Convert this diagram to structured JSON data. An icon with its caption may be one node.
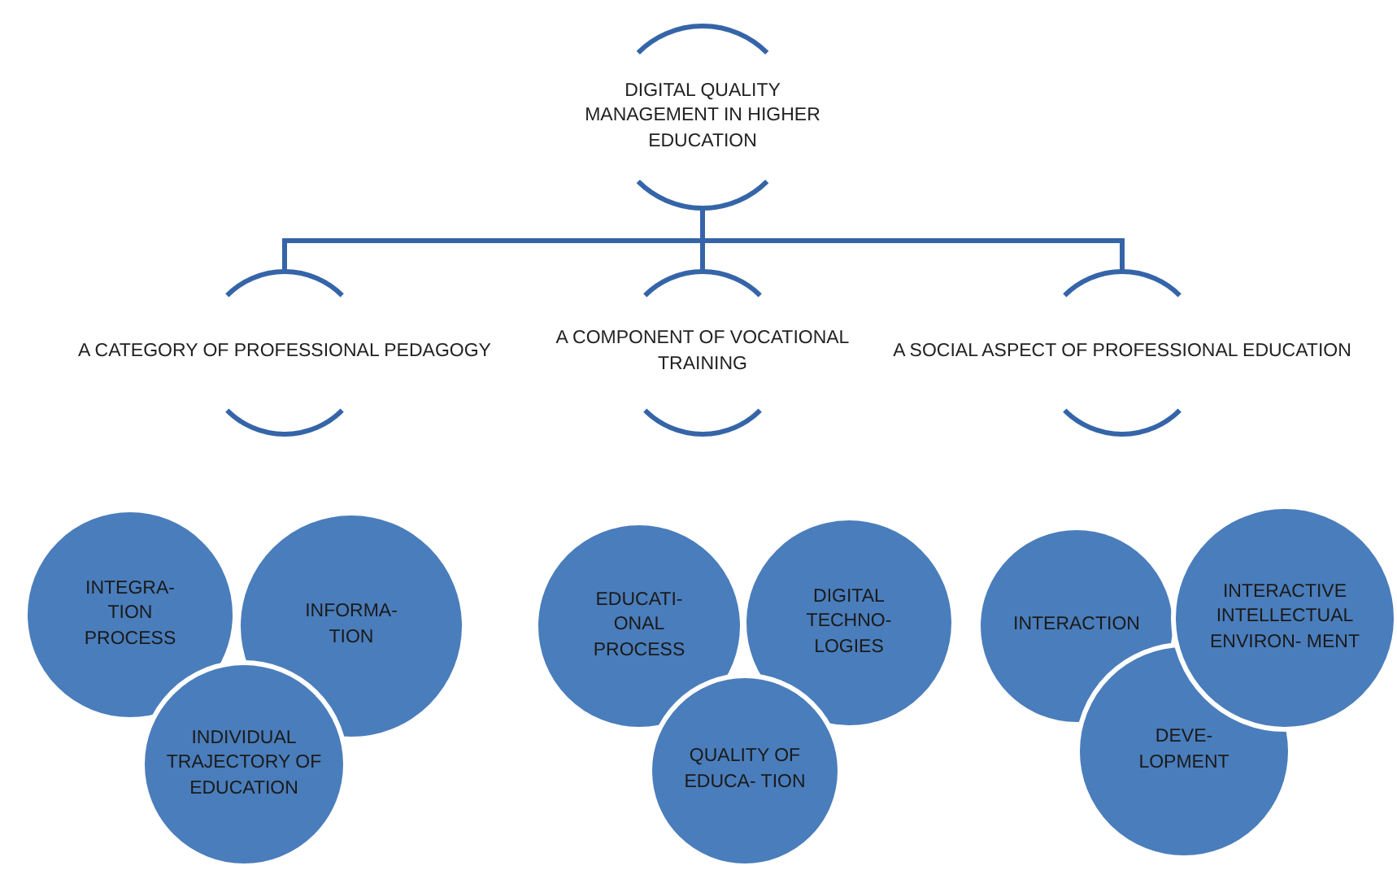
{
  "diagram": {
    "nodes": [
      {
        "text": [
          "DIGITAL QUALITY MANAGEMENT IN HIGHER EDUCATION"
        ]
      },
      {
        "text": [
          "A CATEGORY OF PROFESSIONAL PEDAGOGY"
        ]
      },
      {
        "text": [
          "A COMPONENT OF VOCATIONAL TRAINING"
        ]
      },
      {
        "text": [
          "A SOCIAL ASPECT OF PROFESSIONAL EDUCATION"
        ]
      },
      {
        "text": [
          "INTEGRA- TION PROCESS"
        ]
      },
      {
        "text": [
          "INFORMA- TION"
        ]
      },
      {
        "text": [
          "INDIVIDUAL TRAJECTORY OF EDUCATION"
        ]
      },
      {
        "text": [
          "EDUCATI- ONAL PROCESS"
        ]
      },
      {
        "text": [
          "DIGITAL TECHNO- LOGIES"
        ]
      },
      {
        "text": [
          "QUALITY OF EDUCA- TION"
        ]
      },
      {
        "text": [
          "INTERACTION"
        ]
      },
      {
        "text": [
          "INTERACTIVE INTELLECTUAL ENVIRON- MENT"
        ]
      },
      {
        "text": [
          "DEVE- LOPMENT"
        ]
      }
    ],
    "edges": [
      {
        "from": 0,
        "to": 1,
        "arrow": "none"
      },
      {
        "from": 0,
        "to": 2,
        "arrow": "none"
      },
      {
        "from": 0,
        "to": 3,
        "arrow": "none"
      }
    ]
  }
}
